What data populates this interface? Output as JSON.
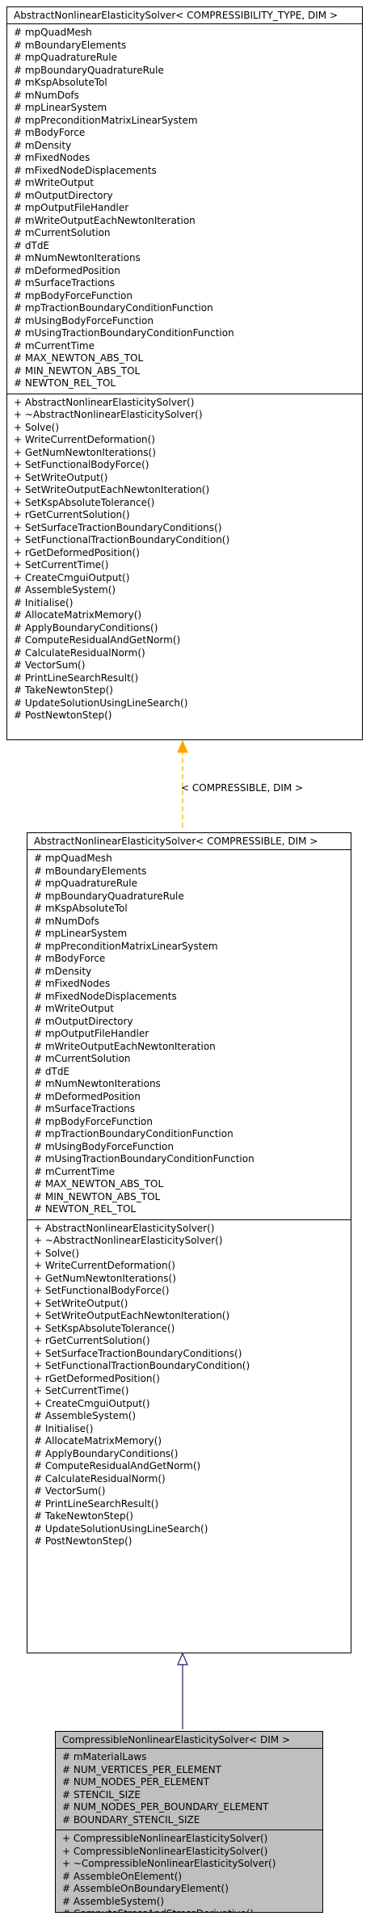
{
  "classes": [
    {
      "title": "AbstractNonlinearElasticitySolver< COMPRESSIBILITY_TYPE, DIM >",
      "attributes": [
        "# mpQuadMesh",
        "# mBoundaryElements",
        "# mpQuadratureRule",
        "# mpBoundaryQuadratureRule",
        "# mKspAbsoluteTol",
        "# mNumDofs",
        "# mpLinearSystem",
        "# mpPreconditionMatrixLinearSystem",
        "# mBodyForce",
        "# mDensity",
        "# mFixedNodes",
        "# mFixedNodeDisplacements",
        "# mWriteOutput",
        "# mOutputDirectory",
        "# mpOutputFileHandler",
        "# mWriteOutputEachNewtonIteration",
        "# mCurrentSolution",
        "# dTdE",
        "# mNumNewtonIterations",
        "# mDeformedPosition",
        "# mSurfaceTractions",
        "# mpBodyForceFunction",
        "# mpTractionBoundaryConditionFunction",
        "# mUsingBodyForceFunction",
        "# mUsingTractionBoundaryConditionFunction",
        "# mCurrentTime",
        "# MAX_NEWTON_ABS_TOL",
        "# MIN_NEWTON_ABS_TOL",
        "# NEWTON_REL_TOL"
      ],
      "methods": [
        "+ AbstractNonlinearElasticitySolver()",
        "+ ~AbstractNonlinearElasticitySolver()",
        "+ Solve()",
        "+ WriteCurrentDeformation()",
        "+ GetNumNewtonIterations()",
        "+ SetFunctionalBodyForce()",
        "+ SetWriteOutput()",
        "+ SetWriteOutputEachNewtonIteration()",
        "+ SetKspAbsoluteTolerance()",
        "+ rGetCurrentSolution()",
        "+ SetSurfaceTractionBoundaryConditions()",
        "+ SetFunctionalTractionBoundaryCondition()",
        "+ rGetDeformedPosition()",
        "+ SetCurrentTime()",
        "+ CreateCmguiOutput()",
        "# AssembleSystem()",
        "# Initialise()",
        "# AllocateMatrixMemory()",
        "# ApplyBoundaryConditions()",
        "# ComputeResidualAndGetNorm()",
        "# CalculateResidualNorm()",
        "# VectorSum()",
        "# PrintLineSearchResult()",
        "# TakeNewtonStep()",
        "# UpdateSolutionUsingLineSearch()",
        "# PostNewtonStep()"
      ]
    },
    {
      "title": "AbstractNonlinearElasticitySolver< COMPRESSIBLE, DIM >",
      "attributes": [
        "# mpQuadMesh",
        "# mBoundaryElements",
        "# mpQuadratureRule",
        "# mpBoundaryQuadratureRule",
        "# mKspAbsoluteTol",
        "# mNumDofs",
        "# mpLinearSystem",
        "# mpPreconditionMatrixLinearSystem",
        "# mBodyForce",
        "# mDensity",
        "# mFixedNodes",
        "# mFixedNodeDisplacements",
        "# mWriteOutput",
        "# mOutputDirectory",
        "# mpOutputFileHandler",
        "# mWriteOutputEachNewtonIteration",
        "# mCurrentSolution",
        "# dTdE",
        "# mNumNewtonIterations",
        "# mDeformedPosition",
        "# mSurfaceTractions",
        "# mpBodyForceFunction",
        "# mpTractionBoundaryConditionFunction",
        "# mUsingBodyForceFunction",
        "# mUsingTractionBoundaryConditionFunction",
        "# mCurrentTime",
        "# MAX_NEWTON_ABS_TOL",
        "# MIN_NEWTON_ABS_TOL",
        "# NEWTON_REL_TOL"
      ],
      "methods": [
        "+ AbstractNonlinearElasticitySolver()",
        "+ ~AbstractNonlinearElasticitySolver()",
        "+ Solve()",
        "+ WriteCurrentDeformation()",
        "+ GetNumNewtonIterations()",
        "+ SetFunctionalBodyForce()",
        "+ SetWriteOutput()",
        "+ SetWriteOutputEachNewtonIteration()",
        "+ SetKspAbsoluteTolerance()",
        "+ rGetCurrentSolution()",
        "+ SetSurfaceTractionBoundaryConditions()",
        "+ SetFunctionalTractionBoundaryCondition()",
        "+ rGetDeformedPosition()",
        "+ SetCurrentTime()",
        "+ CreateCmguiOutput()",
        "# AssembleSystem()",
        "# Initialise()",
        "# AllocateMatrixMemory()",
        "# ApplyBoundaryConditions()",
        "# ComputeResidualAndGetNorm()",
        "# CalculateResidualNorm()",
        "# VectorSum()",
        "# PrintLineSearchResult()",
        "# TakeNewtonStep()",
        "# UpdateSolutionUsingLineSearch()",
        "# PostNewtonStep()"
      ]
    },
    {
      "title": "CompressibleNonlinearElasticitySolver< DIM >",
      "attributes": [
        "# mMaterialLaws",
        "# NUM_VERTICES_PER_ELEMENT",
        "# NUM_NODES_PER_ELEMENT",
        "# STENCIL_SIZE",
        "# NUM_NODES_PER_BOUNDARY_ELEMENT",
        "# BOUNDARY_STENCIL_SIZE"
      ],
      "methods": [
        "+ CompressibleNonlinearElasticitySolver()",
        "+ CompressibleNonlinearElasticitySolver()",
        "+ ~CompressibleNonlinearElasticitySolver()",
        "# AssembleOnElement()",
        "# AssembleOnBoundaryElement()",
        "# AssembleSystem()",
        "# ComputeStressAndStressDerivative()"
      ]
    }
  ],
  "template_label": "< COMPRESSIBLE, DIM >",
  "colors": {
    "template_link": "#ffa500",
    "inheritance_link": "#191970",
    "leaf_fill": "#bfbfbf"
  }
}
